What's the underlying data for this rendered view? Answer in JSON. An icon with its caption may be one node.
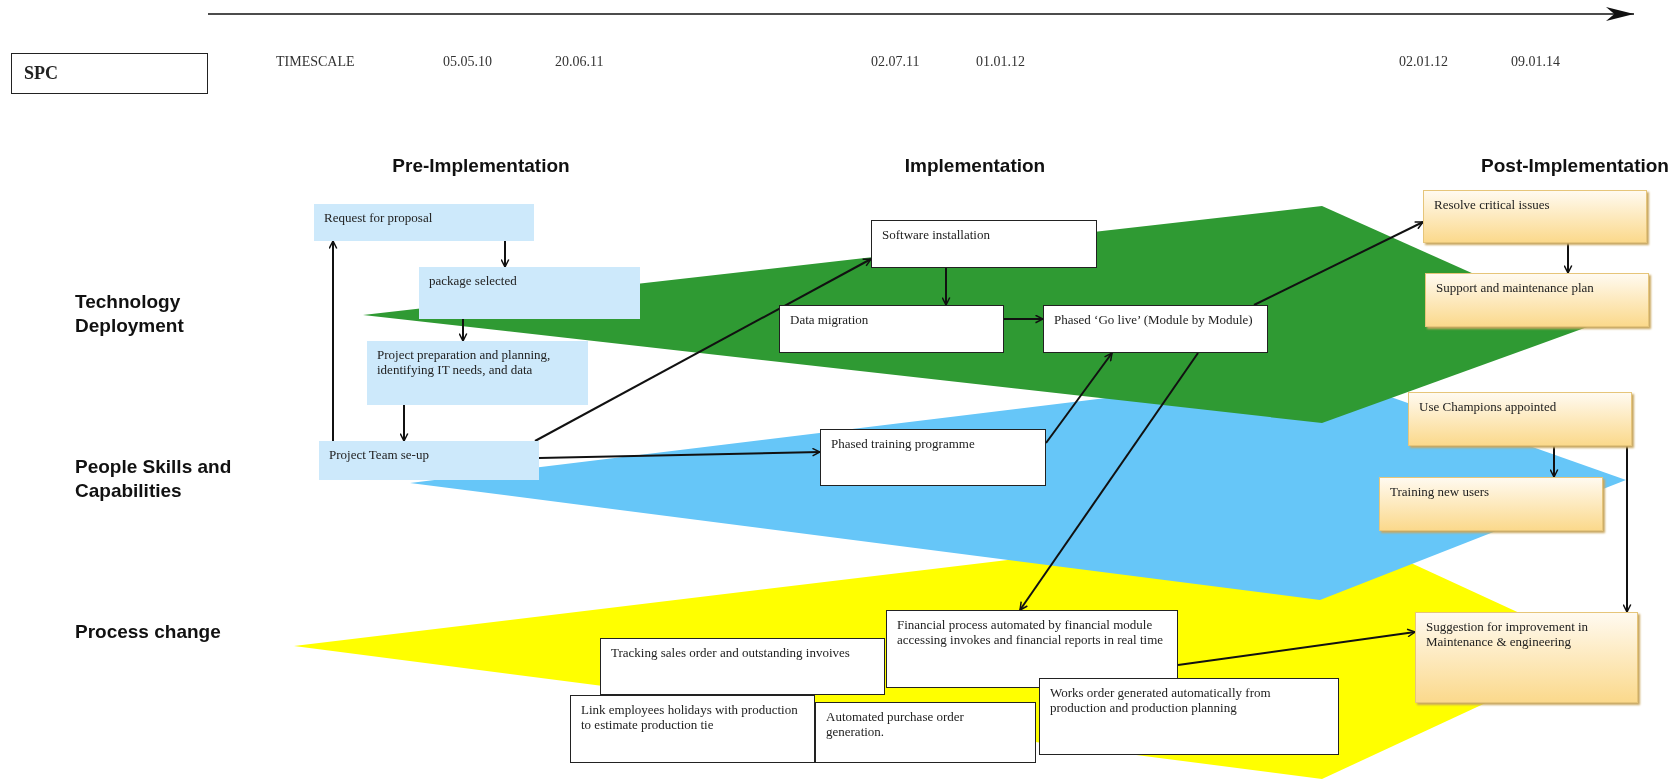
{
  "diagram": {
    "nodes": [
      {
        "text": [
          "SPC"
        ]
      },
      {
        "text": [
          "Request for proposal"
        ]
      },
      {
        "text": [
          "package selected"
        ]
      },
      {
        "text": [
          "Project preparation and planning, identifying IT needs, and data"
        ]
      },
      {
        "text": [
          "Project Team se-up"
        ]
      },
      {
        "text": [
          "Software installation"
        ]
      },
      {
        "text": [
          "Data migration"
        ]
      },
      {
        "text": [
          "Phased ‘Go live’ (Module by Module)"
        ]
      },
      {
        "text": [
          "Phased training programme"
        ]
      },
      {
        "text": [
          "Resolve critical issues"
        ]
      },
      {
        "text": [
          "Support and maintenance plan"
        ]
      },
      {
        "text": [
          "Use Champions appointed"
        ]
      },
      {
        "text": [
          "Training new users"
        ]
      },
      {
        "text": [
          "Suggestion for improvement in Maintenance & engineering"
        ]
      },
      {
        "text": [
          "Financial process automated by financial module accessing invokes and financial reports in real time"
        ]
      },
      {
        "text": [
          "Tracking sales order and outstanding invoives"
        ]
      },
      {
        "text": [
          "Works order generated automatically from production and production planning"
        ]
      },
      {
        "text": [
          "Link employees holidays with production to estimate production tie"
        ]
      },
      {
        "text": [
          "Automated purchase order generation."
        ]
      }
    ],
    "edges": [
      {
        "from": 4,
        "to": 1,
        "arrow": "to"
      },
      {
        "from": 1,
        "to": 2,
        "arrow": "to"
      },
      {
        "from": 2,
        "to": 3,
        "arrow": "to"
      },
      {
        "from": 3,
        "to": 4,
        "arrow": "to"
      },
      {
        "from": 4,
        "to": 5,
        "arrow": "to"
      },
      {
        "from": 4,
        "to": 8,
        "arrow": "to"
      },
      {
        "from": 5,
        "to": 6,
        "arrow": "to"
      },
      {
        "from": 6,
        "to": 7,
        "arrow": "to"
      },
      {
        "from": 8,
        "to": 7,
        "arrow": "to"
      },
      {
        "from": 7,
        "to": 9,
        "arrow": "to"
      },
      {
        "from": 7,
        "to": 14,
        "arrow": "to"
      },
      {
        "from": 9,
        "to": 10,
        "arrow": "to"
      },
      {
        "from": 11,
        "to": 12,
        "arrow": "to"
      },
      {
        "from": 11,
        "to": 13,
        "arrow": "to"
      },
      {
        "from": 14,
        "to": 13,
        "arrow": "to"
      }
    ],
    "labels": [
      "TIMESCALE",
      "05.05.10",
      "20.06.11",
      "02.07.11",
      "01.01.12",
      "02.01.12",
      "09.01.14",
      "Pre-Implementation",
      "Implementation",
      "Post-Implementation",
      "Technology Deployment",
      "People Skills and Capabilities",
      "Process change"
    ]
  }
}
